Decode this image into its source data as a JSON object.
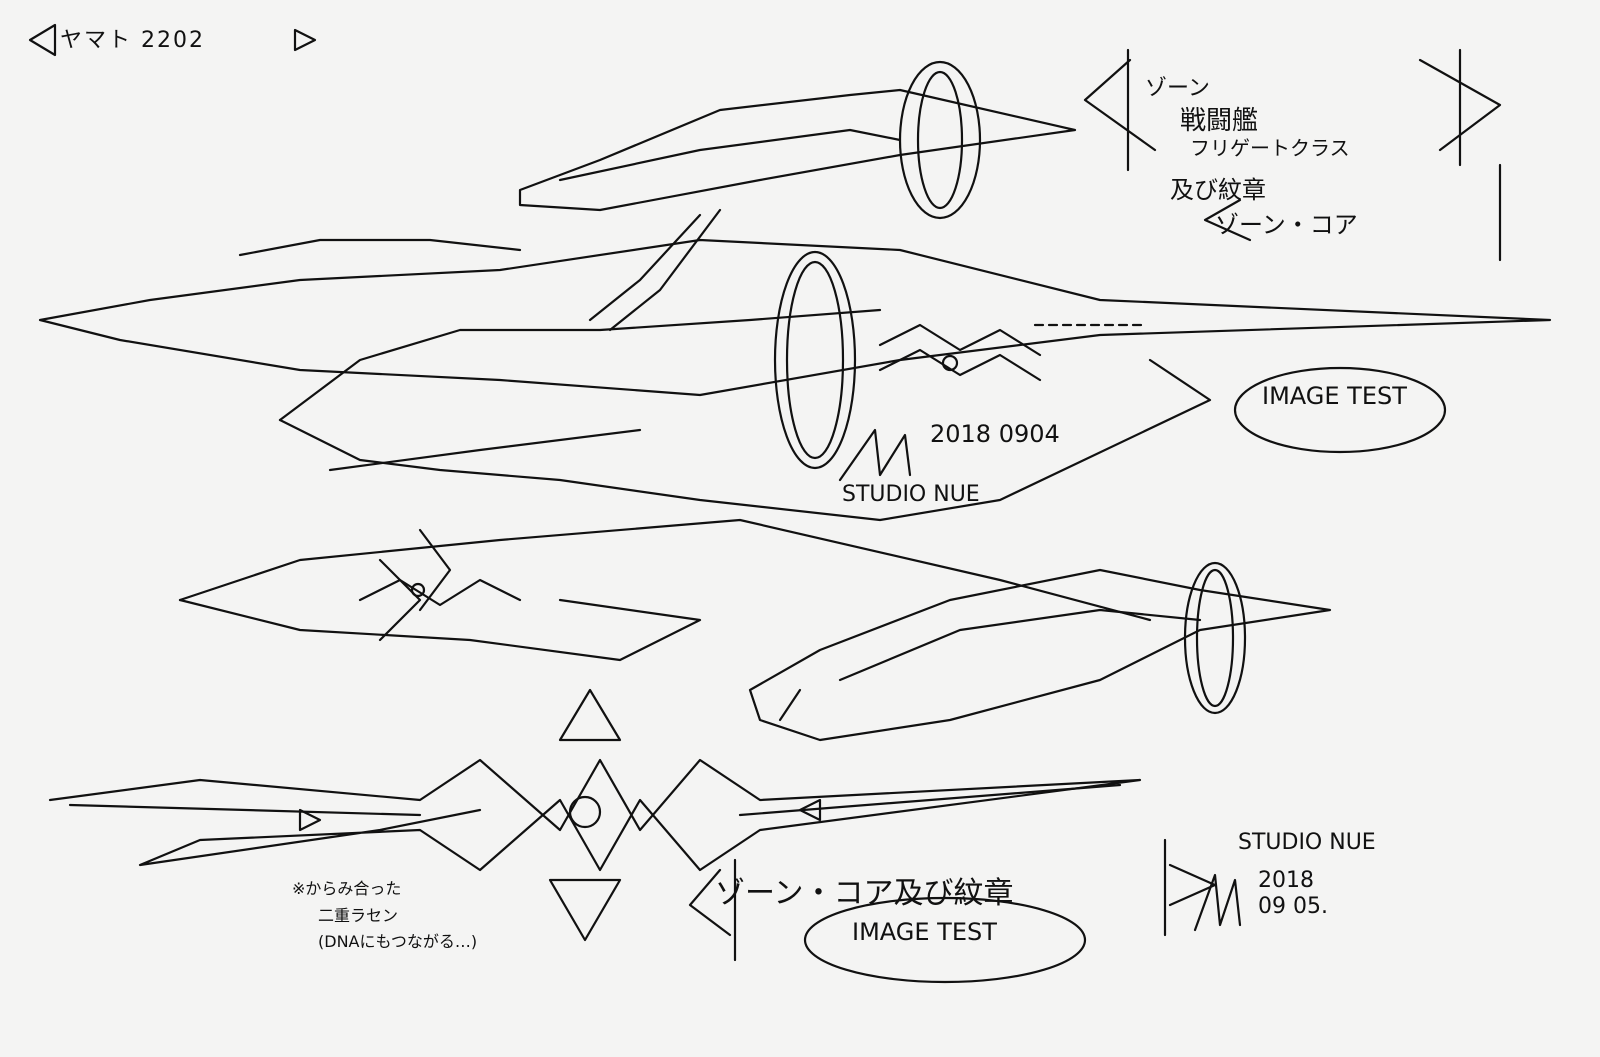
{
  "header": {
    "series_label": "ヤマト 2202"
  },
  "title_block": {
    "line1": "ゾーン",
    "line2": "戦闘艦",
    "line3": "フリゲートクラス",
    "line4": "及び紋章",
    "line5": "ゾーン・コア"
  },
  "upper_annotations": {
    "image_test": "IMAGE TEST",
    "date": "2018 0904",
    "studio": "STUDIO NUE"
  },
  "emblem_notes": {
    "line1": "※からみ合った",
    "line2": "二重ラセン",
    "line3": "(DNAにもつながる…)"
  },
  "emblem_caption": {
    "title": "ゾーン・コア及び紋章",
    "image_test": "IMAGE TEST",
    "studio": "STUDIO NUE",
    "date": "2018\n09 05."
  },
  "colors": {
    "paper": "#f4f4f3",
    "ink": "#111111"
  }
}
